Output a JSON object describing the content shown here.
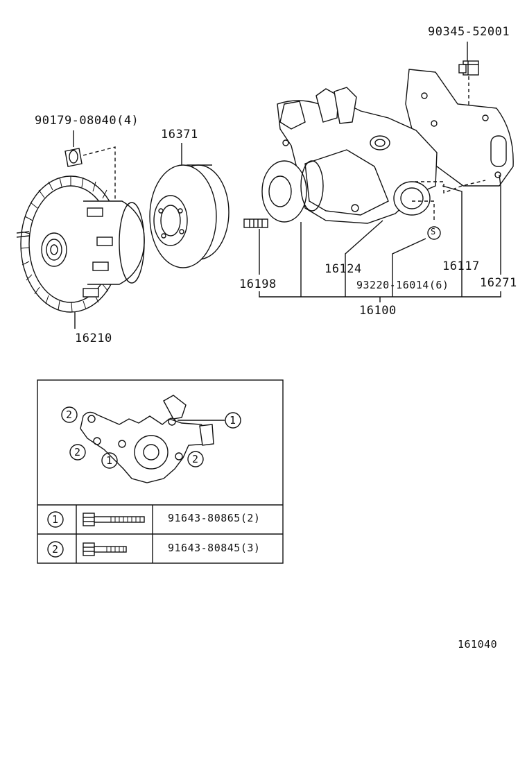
{
  "callouts": {
    "cap_nut": "90345-52001",
    "fan_nut": "90179-08040(4)",
    "pulley": "16371",
    "fluid_coupling": "16210",
    "stud": "16198",
    "pump_body": "16124",
    "gasket_s": "93220-16014(6)",
    "gasket_plate": "16117",
    "plate": "16271",
    "pump_assy": "16100",
    "sealant_mark": "S"
  },
  "detail": {
    "markers": [
      "2",
      "2",
      "1",
      "2",
      "1"
    ],
    "table": [
      {
        "marker": "1",
        "part": "91643-80865(2)"
      },
      {
        "marker": "2",
        "part": "91643-80845(3)"
      }
    ]
  },
  "figure_number": "161040"
}
